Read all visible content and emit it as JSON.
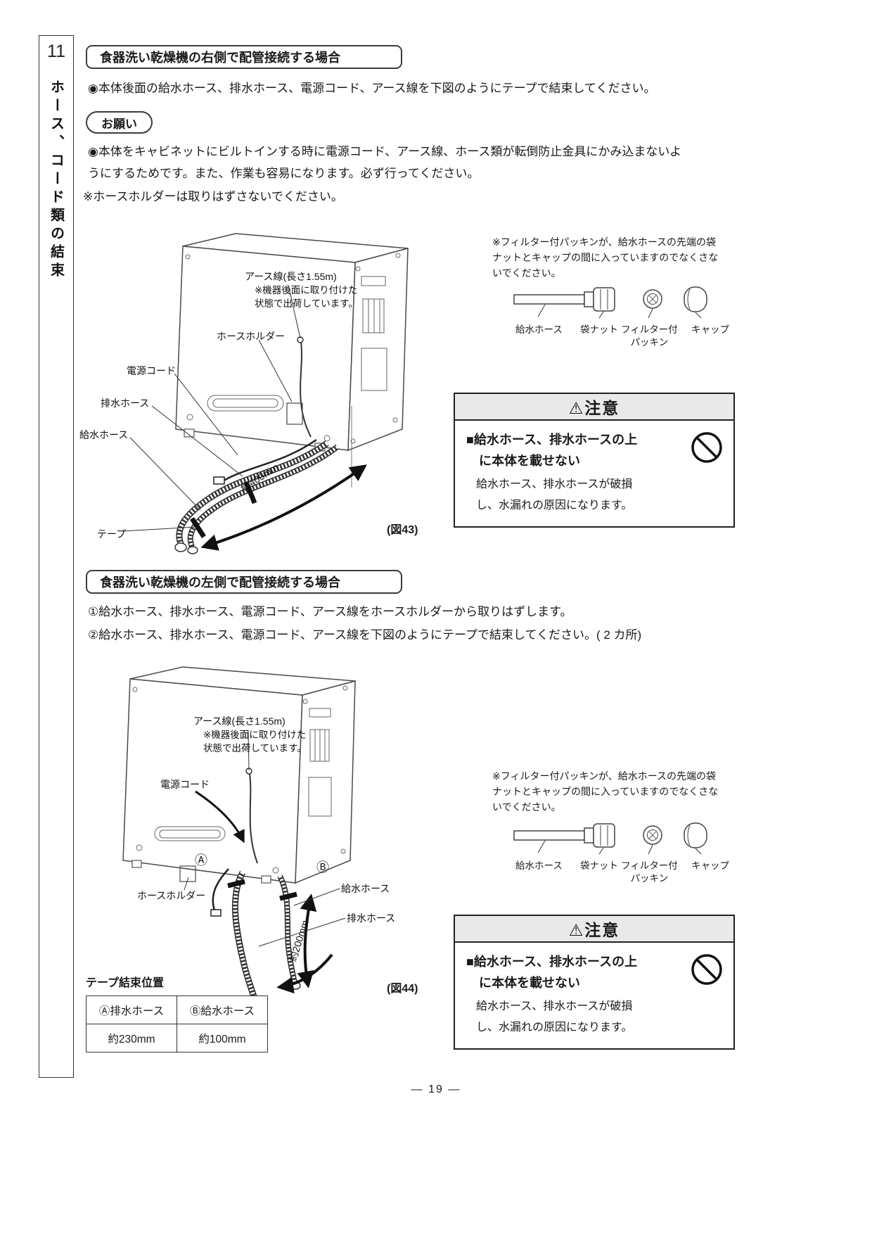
{
  "page": {
    "chapter_number": "11",
    "sidebar_title": "ホース、コード類の結束",
    "page_number": "— 19 —"
  },
  "section_right": {
    "title": "食器洗い乾燥機の右側で配管接続する場合",
    "intro": "◉本体後面の給水ホース、排水ホース、電源コード、アース線を下図のようにテープで結束してください。",
    "request_label": "お願い",
    "request_text": "◉本体をキャビネットにビルトインする時に電源コード、アース線、ホース類が転倒防止金具にかみ込まないよ\nうにするためです。また、作業も容易になります。必ず行ってください。",
    "holder_note": "※ホースホルダーは取りはずさないでください。"
  },
  "figure43": {
    "earth_wire": "アース線(長さ1.55m)",
    "earth_wire_note": "※機器後面に取り付けた\n状態で出荷しています。",
    "hose_holder": "ホースホルダー",
    "power_cord": "電源コード",
    "drain_hose": "排水ホース",
    "supply_hose": "給水ホース",
    "tape": "テープ",
    "length": "約400mm",
    "caption": "(図43)"
  },
  "filter_note": {
    "text": "※フィルター付パッキンが、給水ホースの先端の袋\nナットとキャップの間に入っていますのでなくさな\nいでください。",
    "supply_hose": "給水ホース",
    "bag_nut": "袋ナット",
    "filter_packing": "フィルター付\nパッキン",
    "cap": "キャップ"
  },
  "caution": {
    "title": "⚠注意",
    "heading": "■給水ホース、排水ホースの上\n　に本体を載せない",
    "body": "給水ホース、排水ホースが破損\nし、水漏れの原因になります。"
  },
  "section_left": {
    "title": "食器洗い乾燥機の左側で配管接続する場合",
    "step1": "①給水ホース、排水ホース、電源コード、アース線をホースホルダーから取りはずします。",
    "step2": "②給水ホース、排水ホース、電源コード、アース線を下図のようにテープで結束してください。( 2 カ所)",
    "tape_position_title": "テープ結束位置"
  },
  "figure44": {
    "earth_wire": "アース線(長さ1.55m)",
    "earth_wire_note": "※機器後面に取り付けた\n状態で出荷しています。",
    "power_cord": "電源コード",
    "hose_holder": "ホースホルダー",
    "supply_hose": "給水ホース",
    "drain_hose": "排水ホース",
    "length": "約200mm",
    "marker_a": "Ⓐ",
    "marker_b": "Ⓑ",
    "caption": "(図44)"
  },
  "tape_table": {
    "col_a_header": "Ⓐ排水ホース",
    "col_b_header": "Ⓑ給水ホース",
    "col_a_value": "約230mm",
    "col_b_value": "約100mm"
  }
}
